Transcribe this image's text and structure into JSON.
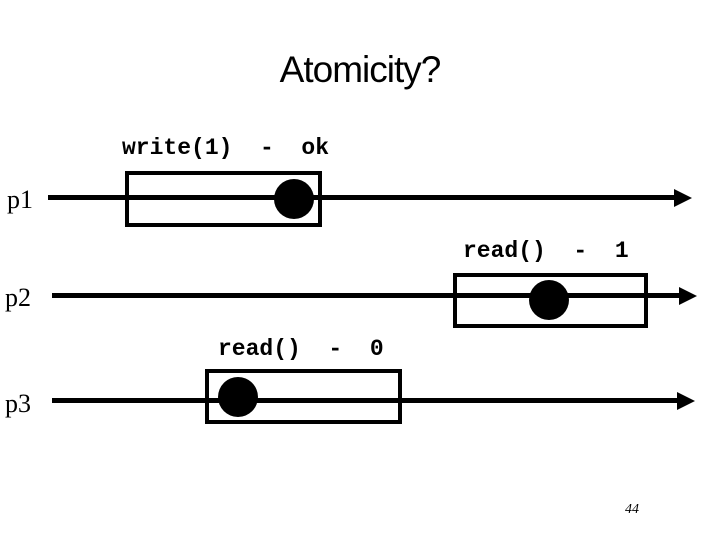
{
  "slide": {
    "title": "Atomicity?",
    "page_number": "44",
    "background_color": "#ffffff",
    "foreground_color": "#000000",
    "processes": [
      {
        "label": "p1",
        "operation": "write(1)  -  ok"
      },
      {
        "label": "p2",
        "operation": "read()  -  1"
      },
      {
        "label": "p3",
        "operation": "read()  -  0"
      }
    ]
  }
}
